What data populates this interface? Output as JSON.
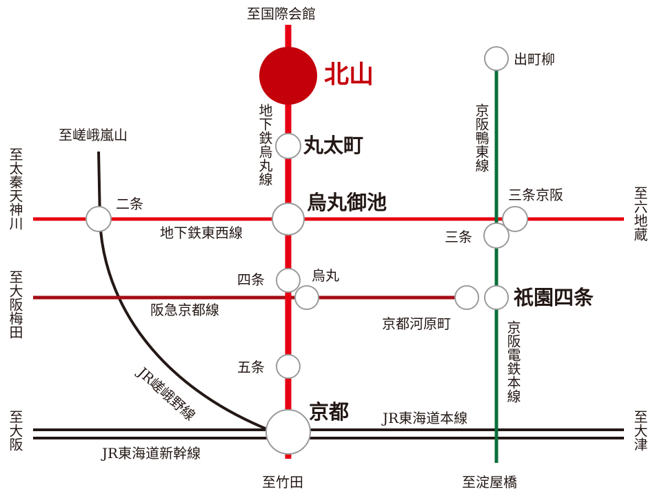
{
  "colors": {
    "karasuma_line": "#e60012",
    "tozai_line": "#e60012",
    "hankyu_line": "#a50d16",
    "keihan_line": "#0a6e3a",
    "jr_line": "#231815",
    "highlight_station": "#c4000b"
  },
  "directions": {
    "kokusai_kaikan": "至国際会館",
    "takeda": "至竹田",
    "yodoyabashi": "至淀屋橋",
    "saga_arashiyama": "至嵯峨嵐山",
    "uzumasa_tenjingawa": "至太秦天神川",
    "osaka_umeda": "至大阪梅田",
    "osaka": "至大阪",
    "rokujizo": "至六地蔵",
    "otsu": "至大津"
  },
  "lines": {
    "karasuma": "地下鉄烏丸線",
    "tozai": "地下鉄東西線",
    "hankyu": "阪急京都線",
    "keihan_oto": "京阪鴨東線",
    "keihan_main": "京阪電鉄本線",
    "jr_sagano": "JR嵯峨野線",
    "jr_tokaido": "JR東海道本線",
    "jr_shinkansen": "JR東海道新幹線"
  },
  "stations": {
    "kitayama": "北山",
    "marutamachi": "丸太町",
    "karasuma_oike": "烏丸御池",
    "nijo": "二条",
    "shijo": "四条",
    "karasuma": "烏丸",
    "kyoto_kawaramachi": "京都河原町",
    "gion_shijo": "祇園四条",
    "demachiyanagi": "出町柳",
    "sanjo_keihan": "三条京阪",
    "sanjo": "三条",
    "gojo": "五条",
    "kyoto": "京都"
  }
}
